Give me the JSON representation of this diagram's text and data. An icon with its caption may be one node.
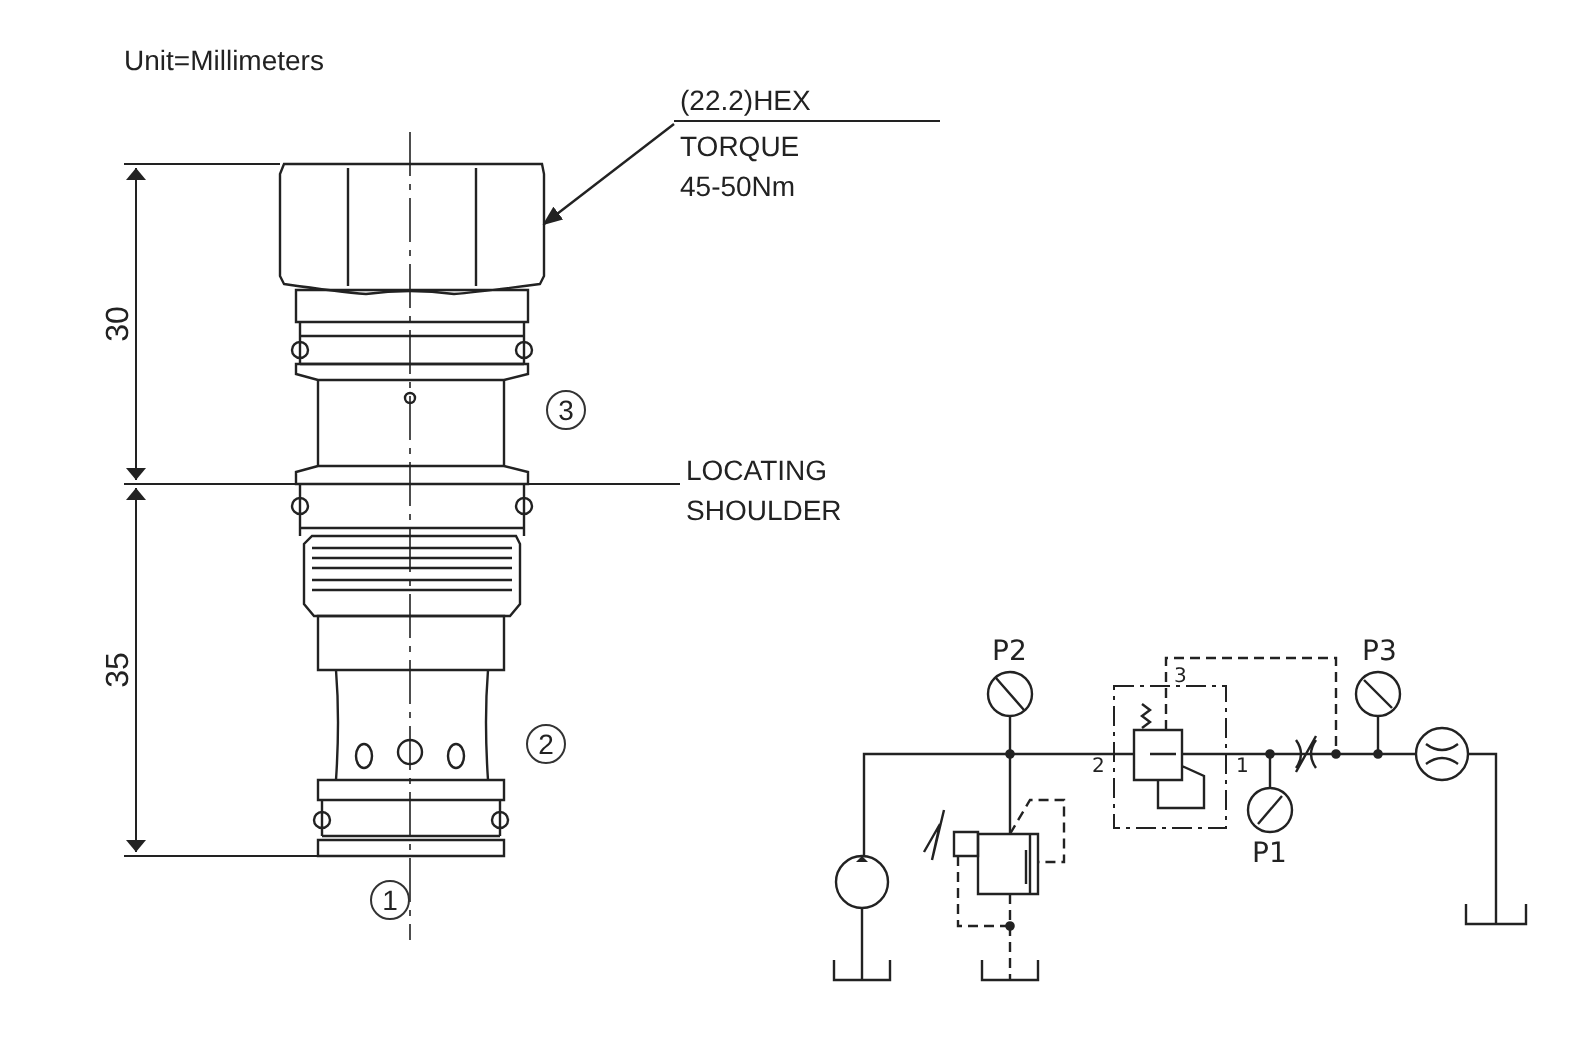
{
  "diagram": {
    "nodes": [
      {
        "text": [
          "(22.2)HEX",
          "TORQUE 45-50Nm"
        ]
      },
      {
        "text": [],
        "shape": "picture"
      }
    ],
    "edges": [
      {
        "from": 0,
        "to": 1,
        "arrow": "to"
      }
    ],
    "labels": [
      "Unit=Millimeters",
      "30",
      "35",
      "LOCATING SHOULDER",
      "3",
      "2",
      "1",
      "P2",
      "P3",
      "3",
      "2",
      "1",
      "P1"
    ]
  }
}
